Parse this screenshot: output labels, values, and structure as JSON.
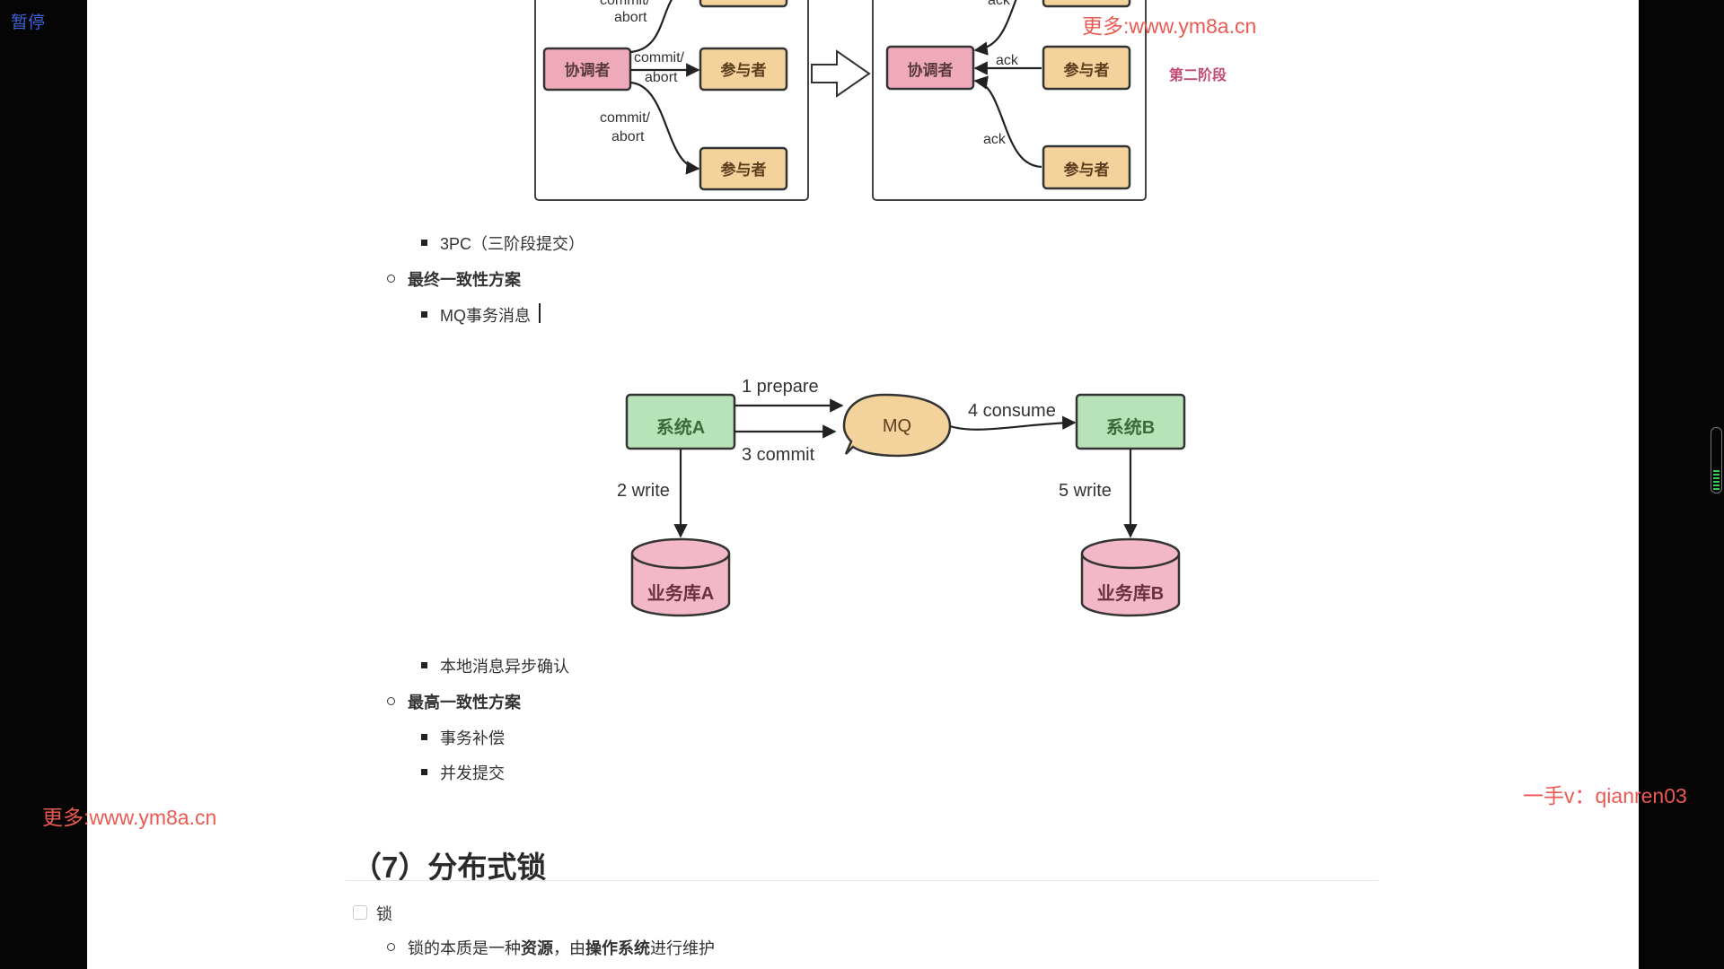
{
  "player": {
    "pause_label": "暂停",
    "volume_level": 0.35
  },
  "watermarks": {
    "top": "更多:www.ym8a.cn",
    "left": "更多:www.ym8a.cn",
    "right": "一手v：qianren03"
  },
  "diagram_2pc": {
    "coordinator": "协调者",
    "participant": "参与者",
    "send_label_line1": "commit/",
    "send_label_line2": "abort",
    "ack_label": "ack",
    "phase_label": "第二阶段"
  },
  "list": {
    "item_3pc": "3PC（三阶段提交）",
    "eventual": "最终一致性方案",
    "mq_tx": "MQ事务消息",
    "local_msg": "本地消息异步确认",
    "strongest": "最高一致性方案",
    "compensation": "事务补偿",
    "concurrent_commit": "并发提交"
  },
  "diagram_mq": {
    "system_a": "系统A",
    "system_b": "系统B",
    "mq": "MQ",
    "db_a": "业务库A",
    "db_b": "业务库B",
    "step1": "1 prepare",
    "step2": "2 write",
    "step3": "3 commit",
    "step4": "4 consume",
    "step5": "5 write"
  },
  "section7": {
    "heading": "（7）分布式锁",
    "task_label": "锁",
    "task_checked": false,
    "sub_item_parts": [
      "锁的本质是一种",
      "资源",
      "，由",
      "操作系统",
      "进行维护"
    ]
  }
}
